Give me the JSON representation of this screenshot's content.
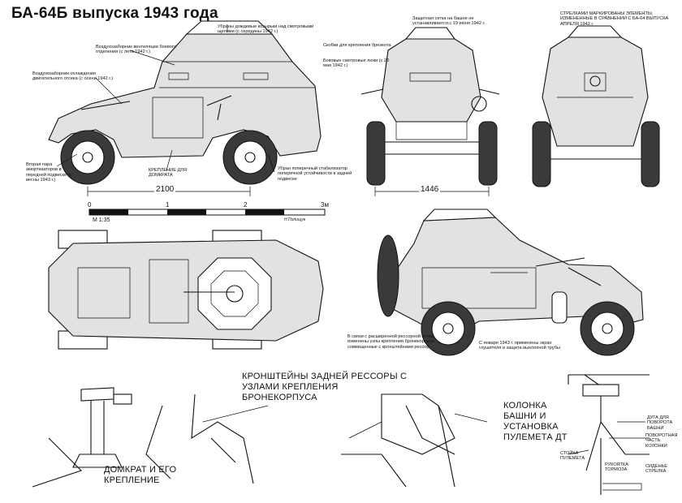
{
  "title": "БА-64Б выпуска 1943 года",
  "notes": {
    "ventilator": "Воздухозаборник вентиляции боевого отделения (с лета 1942 г.)",
    "cooling": "Воздухозаборник охлаждения двигательного отсека (с осени 1942 г.)",
    "observation": "Убраны дождевые козырьки над смотровыми щелями (с середины 1942 г.)",
    "shock": "Вторая пара амортизаторов в передней подвеске (с весны 1943 г.)",
    "jack_bracket": "КРЕПЛЕНИЕ ДЛЯ ДОМКРАТА",
    "stabilizer": "Убран поперечный стабилизатор поперечной устойчивости в задней подвеске",
    "grille": "Защитная сетка на башне не устанавливается с 19 июня 1942 г.",
    "tarp": "Скобки для крепления брезента",
    "hatches": "Боковые смотровые люки (с 23 мая 1942 г.)",
    "arrows": "СТРЕЛКАМИ МАРКИРОВАНЫ ЭЛЕМЕНТЫ, ИЗМЕНЕННЫЕ В СРАВНЕНИИ С БА-64 ВЫПУСКА АПРЕЛЯ 1942 г.",
    "spring_mounts": "В связи с расширенной рессорной колеи изменены узлы крепления бронекорпуса, совмещенные с кронштейнами рессор",
    "muffler": "С января 1943 г. применены экран глушителя и защита выхлопной трубы",
    "sight": "ДУГА ДЛЯ ПОВОРОТА БАШНИ",
    "turning": "ПОВОРОТНАЯ ЧАСТЬ КОЛОНКИ",
    "column_stand": "СТОЙКА ПУЛЕМЕТА",
    "brake_handle": "РУКОЯТКА ТОРМОЗА",
    "seat": "СИДЕНЬЕ СТРЕЛКА"
  },
  "dimensions": {
    "wheelbase": "2100",
    "track": "1446"
  },
  "scale": {
    "label": "М 1:35",
    "ticks": [
      "0",
      "1",
      "2",
      "3м"
    ],
    "author": "Н.Полищук"
  },
  "captions": {
    "rear_springs": "КРОНШТЕЙНЫ ЗАДНЕЙ РЕССОРЫ С УЗЛАМИ КРЕПЛЕНИЯ БРОНЕКОРПУСА",
    "jack": "ДОМКРАТ И ЕГО КРЕПЛЕНИЕ",
    "turret_column": "КОЛОНКА БАШНИ И УСТАНОВКА ПУЛЕМЕТА ДТ"
  }
}
